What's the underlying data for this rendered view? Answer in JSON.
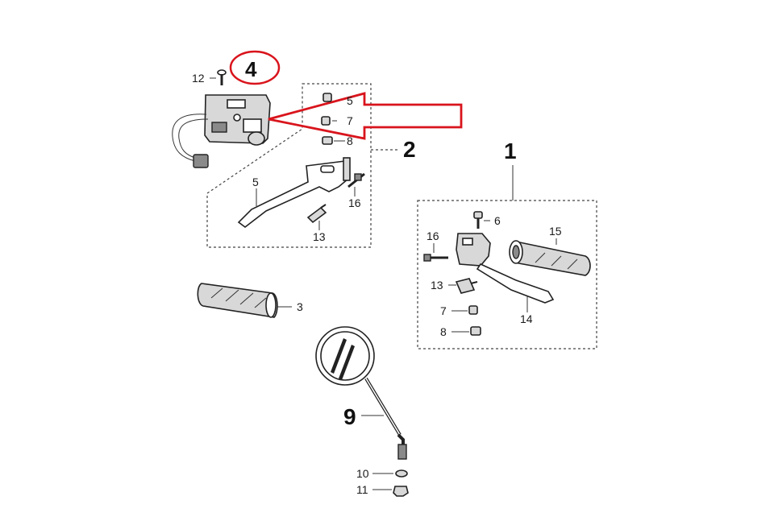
{
  "highlight_color": "#d9141c",
  "callouts": {
    "c1": "1",
    "c2": "2",
    "c3": "3",
    "c4": "4",
    "c5": "5",
    "c6": "6",
    "c7a": "7",
    "c7b": "7",
    "c8a": "8",
    "c8b": "8",
    "c9": "9",
    "c10": "10",
    "c11": "11",
    "c12": "12",
    "c13a": "13",
    "c13b": "13",
    "c14": "14",
    "c15": "15",
    "c16a": "16",
    "c16b": "16",
    "c5top": "5"
  }
}
